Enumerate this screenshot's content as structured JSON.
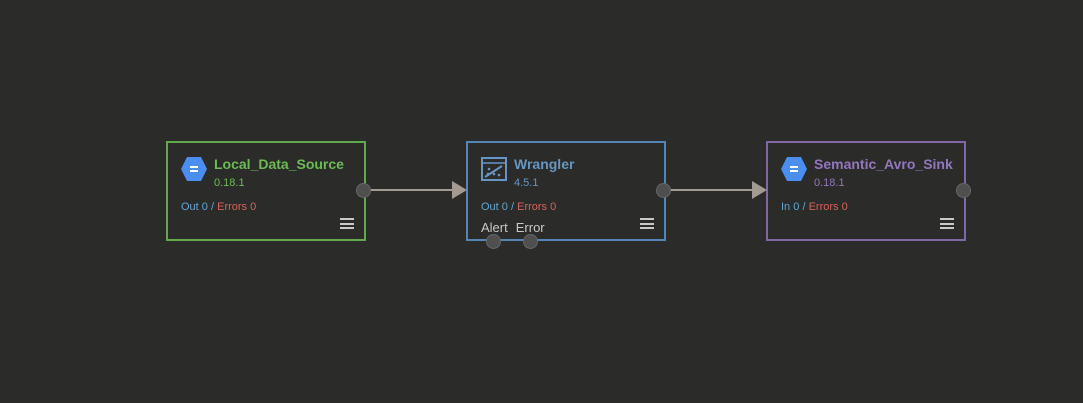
{
  "colors": {
    "background": "#2b2b29",
    "source_border": "#62a94d",
    "transform_border": "#5585b4",
    "sink_border": "#8067a8",
    "metric_text": "#5ea6d8",
    "error_text": "#d9625a",
    "connector": "#a39b91"
  },
  "nodes": [
    {
      "name": "Local_Data_Source",
      "version": "0.18.1",
      "icon": "hexagon-plugin-icon",
      "io_label": "Out",
      "io_count": "0",
      "errors_label": "Errors",
      "errors_count": "0"
    },
    {
      "name": "Wrangler",
      "version": "4.5.1",
      "icon": "wrangler-icon",
      "io_label": "Out",
      "io_count": "0",
      "errors_label": "Errors",
      "errors_count": "0",
      "ports": [
        "Alert",
        "Error"
      ]
    },
    {
      "name": "Semantic_Avro_Sink",
      "version": "0.18.1",
      "icon": "hexagon-plugin-icon",
      "io_label": "In",
      "io_count": "0",
      "errors_label": "Errors",
      "errors_count": "0"
    }
  ],
  "connections": [
    {
      "from": "Local_Data_Source",
      "to": "Wrangler"
    },
    {
      "from": "Wrangler",
      "to": "Semantic_Avro_Sink"
    }
  ]
}
